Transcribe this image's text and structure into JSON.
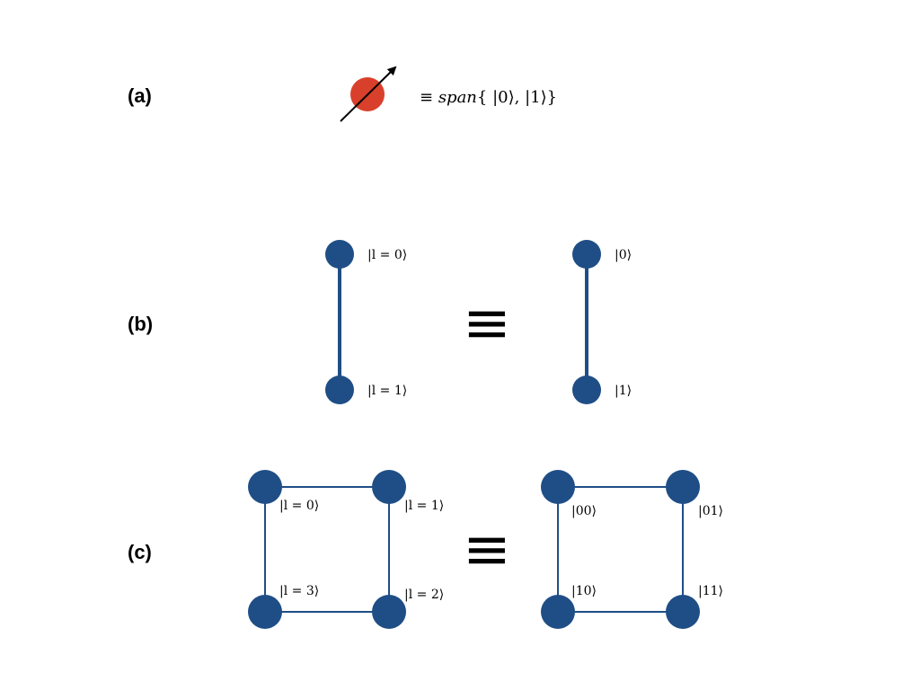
{
  "colors": {
    "node": "#1f4e86",
    "edge": "#1f4e86",
    "qubit": "#d9402b",
    "arrow": "#000000"
  },
  "panel_a": {
    "label": "(a)",
    "equiv_prefix": "≡ ",
    "span_word": "span",
    "span_set": "{ |0⟩, |1⟩}"
  },
  "panel_b": {
    "label": "(b)",
    "equiv": "≡",
    "left_labels": [
      "|l = 0⟩",
      "|l = 1⟩"
    ],
    "right_labels": [
      "|0⟩",
      "|1⟩"
    ]
  },
  "panel_c": {
    "label": "(c)",
    "equiv": "≡",
    "left_labels": [
      "|l = 0⟩",
      "|l = 1⟩",
      "|l = 3⟩",
      "|l = 2⟩"
    ],
    "right_labels": [
      "|00⟩",
      "|01⟩",
      "|10⟩",
      "|11⟩"
    ]
  }
}
